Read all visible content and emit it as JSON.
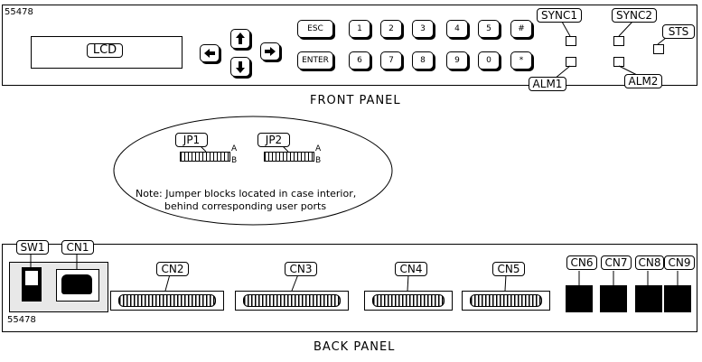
{
  "front_panel": {
    "part_number": "55478",
    "lcd_label": "LCD",
    "esc_label": "ESC",
    "enter_label": "ENTER",
    "keys_row1": [
      "1",
      "2",
      "3",
      "4",
      "5",
      "#"
    ],
    "keys_row2": [
      "6",
      "7",
      "8",
      "9",
      "0",
      "*"
    ],
    "sync1_label": "SYNC1",
    "alm1_label": "ALM1",
    "sync2_label": "SYNC2",
    "alm2_label": "ALM2",
    "sts_label": "STS",
    "caption": "FRONT PANEL"
  },
  "jumpers": {
    "jp1_label": "JP1",
    "jp2_label": "JP2",
    "a": "A",
    "b": "B",
    "note_line1": "Note: Jumper blocks located in case interior,",
    "note_line2": "behind corresponding user ports"
  },
  "back_panel": {
    "part_number": "55478",
    "sw1_label": "SW1",
    "cn1_label": "CN1",
    "cn2_label": "CN2",
    "cn3_label": "CN3",
    "cn4_label": "CN4",
    "cn5_label": "CN5",
    "cn6_label": "CN6",
    "cn7_label": "CN7",
    "cn8_label": "CN8",
    "cn9_label": "CN9",
    "caption": "BACK PANEL"
  }
}
